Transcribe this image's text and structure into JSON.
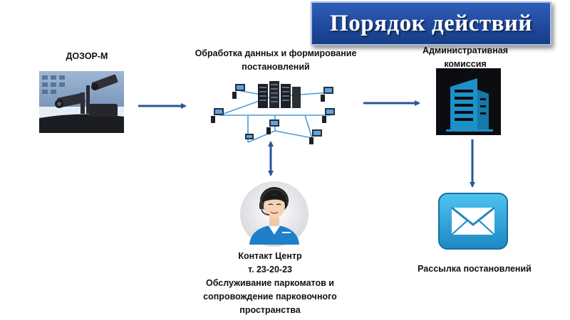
{
  "title": "Порядок действий",
  "nodes": {
    "dozor": {
      "label": "ДОЗОР-М"
    },
    "processing": {
      "label_line1": "Обработка данных и формирование",
      "label_line2": "постановлений"
    },
    "admin": {
      "label_line1": "Административная",
      "label_line2": "комиссия"
    },
    "contact": {
      "line1": "Контакт Центр",
      "line2": "т. 23-20-23",
      "line3": "Обслуживание паркоматов и",
      "line4": "сопровождение парковочного",
      "line5": "пространства"
    },
    "mailing": {
      "label": "Рассылка постановлений"
    }
  },
  "colors": {
    "banner": "#1f4a9e",
    "arrow": "#2a5599",
    "building": "#1e90c8",
    "mail": "#2aa8e0"
  },
  "icons": [
    "camera-photo",
    "server-network-icon",
    "office-building-icon",
    "call-center-operator-icon",
    "envelope-icon"
  ]
}
